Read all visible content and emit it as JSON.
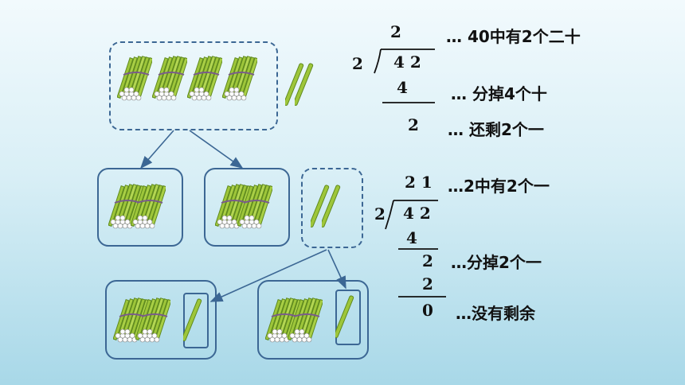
{
  "division1": {
    "quotient": "2",
    "divisor": "2",
    "dividend": "4 2",
    "subtract": "4",
    "remainder": "2",
    "notes": [
      "… 40中有2个二十",
      "… 分掉4个十",
      "… 还剩2个一"
    ]
  },
  "division2": {
    "quotient": "2 1",
    "divisor": "2",
    "dividend": "4 2",
    "subtract1": "4",
    "bring_down": "2",
    "subtract2": "2",
    "remainder": "0",
    "notes": [
      "…2中有2个一",
      "…分掉2个一",
      "…没有剩余"
    ]
  },
  "colors": {
    "stick_green": "#9ec63a",
    "stick_dark": "#5f8a1e",
    "border_blue": "#3c6794"
  }
}
